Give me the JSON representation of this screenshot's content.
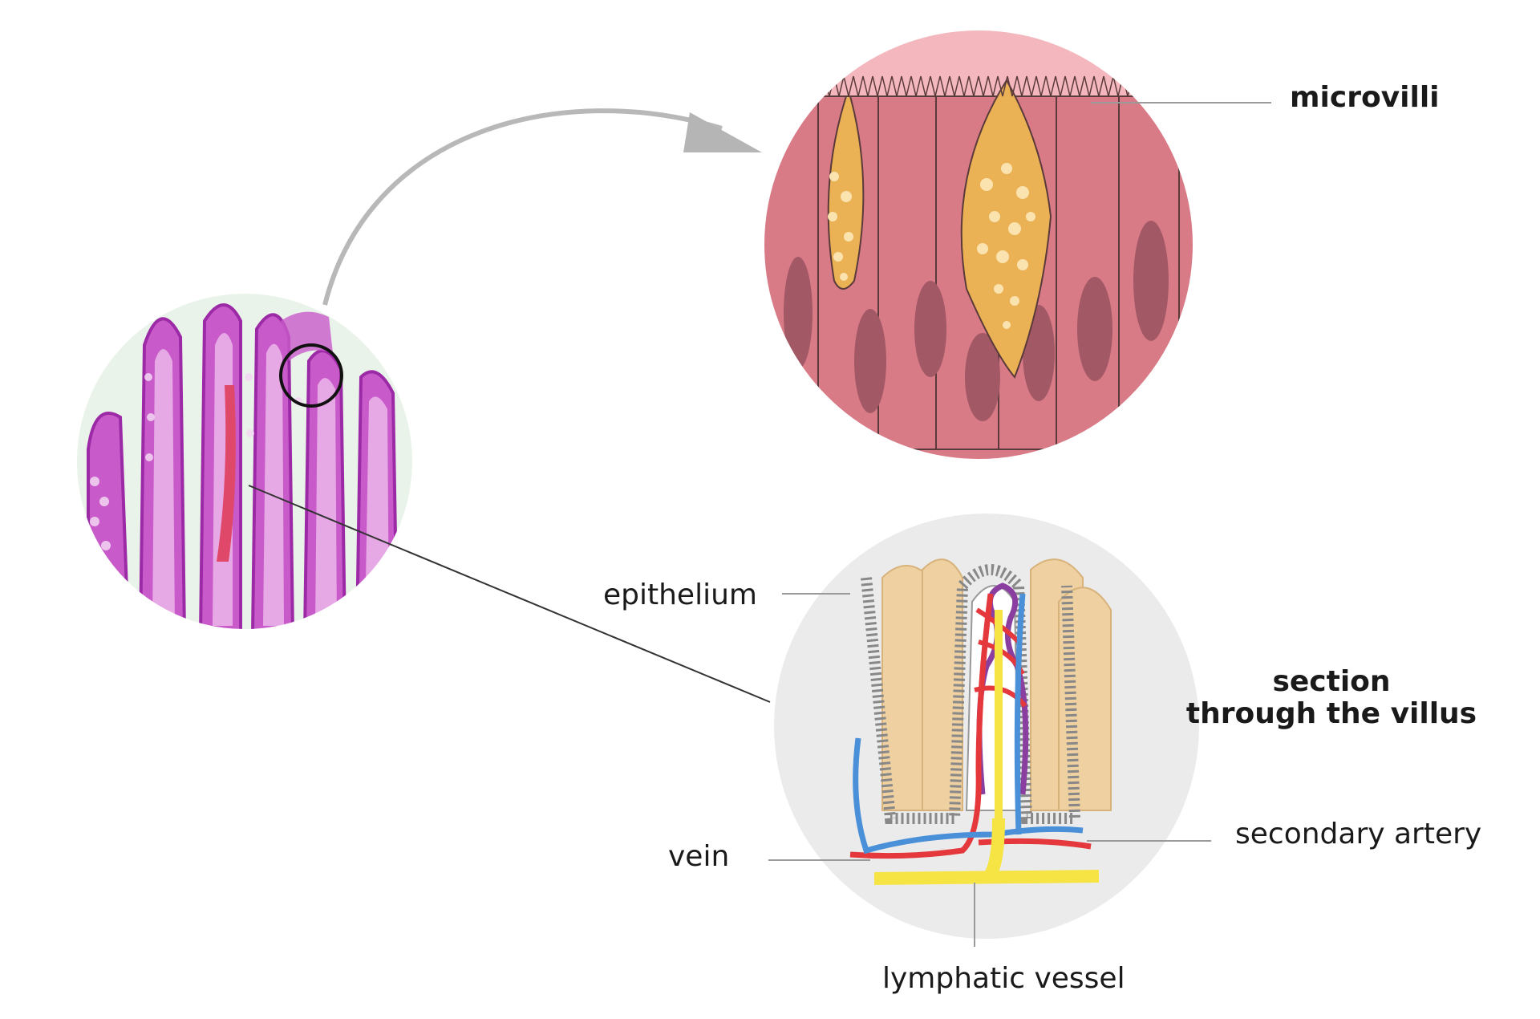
{
  "labels": {
    "microvilli": "microvilli",
    "epithelium": "epithelium",
    "section_line1": "section",
    "section_line2": "through the villus",
    "vein": "vein",
    "secondary_artery": "secondary artery",
    "lymphatic_vessel": "lymphatic vessel"
  },
  "colors": {
    "histology_pink": "#c75ac9",
    "histology_background": "#e9f3ea",
    "cell_pink": "#d97b87",
    "cell_dark": "#a95765",
    "goblet_yellow": "#e9b255",
    "villus_tan": "#efd0a1",
    "vein_blue": "#4a90d9",
    "artery_red": "#e4383c",
    "lymph_yellow": "#f6e445",
    "capillary_purple": "#8a3fa0",
    "arrow_gray": "#b5b5b5",
    "leader_gray": "#9a9a9a"
  },
  "icons": {
    "arrow": "curved-arrow-icon",
    "magnifier": "magnifier-circle-icon"
  }
}
